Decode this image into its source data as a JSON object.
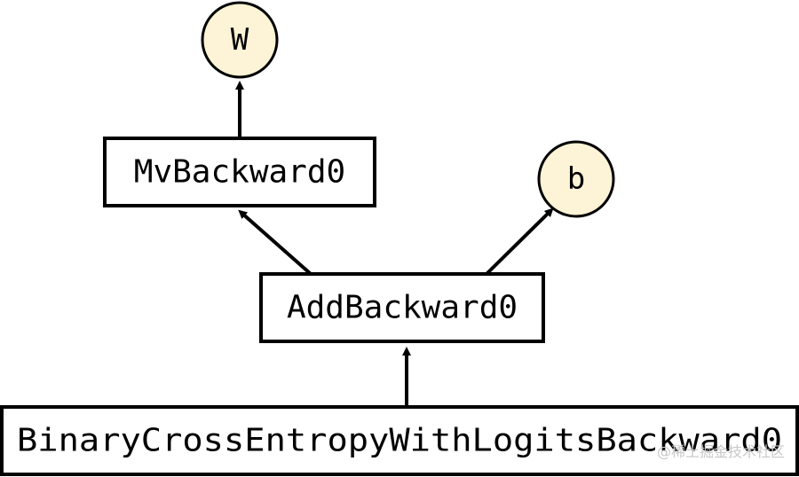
{
  "nodes": {
    "w": {
      "label": "W"
    },
    "mv_backward": {
      "label": "MvBackward0"
    },
    "b": {
      "label": "b"
    },
    "add_backward": {
      "label": "AddBackward0"
    },
    "bce_backward": {
      "label": "BinaryCrossEntropyWithLogitsBackward0"
    }
  },
  "edges": [
    {
      "from": "mv_backward",
      "to": "w"
    },
    {
      "from": "add_backward",
      "to": "mv_backward"
    },
    {
      "from": "add_backward",
      "to": "b"
    },
    {
      "from": "bce_backward",
      "to": "add_backward"
    }
  ],
  "colors": {
    "leaf_fill": "#fdf3d6",
    "stroke": "#000000",
    "watermark": "#c8c8c8"
  },
  "watermark": "@稀土掘金技术社区"
}
